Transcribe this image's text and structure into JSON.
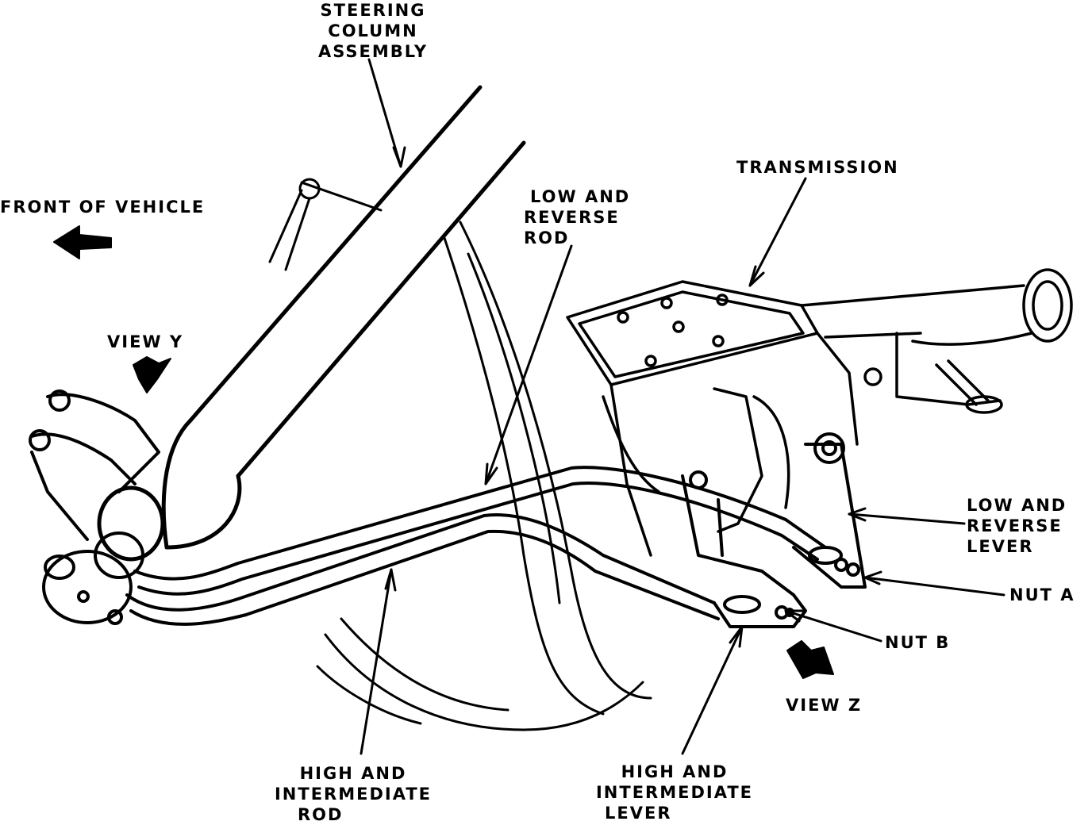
{
  "labels": {
    "steering_column": [
      "STEERING",
      "COLUMN",
      "ASSEMBLY"
    ],
    "transmission": "TRANSMISSION",
    "front_of_vehicle": "FRONT OF VEHICLE",
    "low_reverse_rod": [
      "LOW AND",
      "REVERSE",
      "ROD"
    ],
    "view_y": "VIEW Y",
    "low_reverse_lever": [
      "LOW AND",
      "REVERSE",
      "LEVER"
    ],
    "nut_a": "NUT A",
    "nut_b": "NUT B",
    "view_z": "VIEW Z",
    "high_intermediate_rod": [
      "HIGH AND",
      "INTERMEDIATE",
      "ROD"
    ],
    "high_intermediate_lever": [
      "HIGH AND",
      "INTERMEDIATE",
      "LEVER"
    ]
  },
  "colors": {
    "ink": "#000000",
    "paper": "#ffffff"
  }
}
